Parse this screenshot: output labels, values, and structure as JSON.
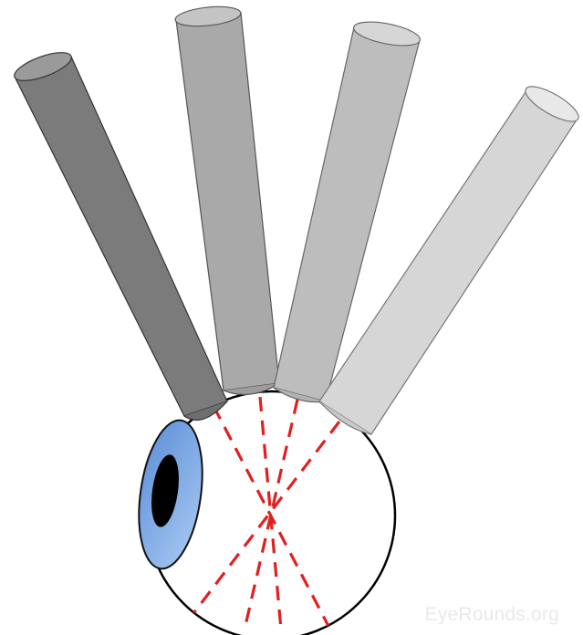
{
  "figure": {
    "watermark": "EyeRounds.org",
    "colors": {
      "rod_1": "#7b7b7b",
      "rod_2": "#a9a9a9",
      "rod_3": "#bdbdbd",
      "rod_4": "#d6d6d6",
      "iris": "#6f9ee2",
      "pupil": "#000000",
      "light_path": "#e02020",
      "sclera": "#ffffff",
      "outline": "#000000"
    },
    "elements": {
      "rods": [
        "rod-1",
        "rod-2",
        "rod-3",
        "rod-4"
      ],
      "eye": [
        "eyeball",
        "iris",
        "pupil"
      ],
      "light_rays": 4,
      "ray_style": "dashed"
    }
  }
}
